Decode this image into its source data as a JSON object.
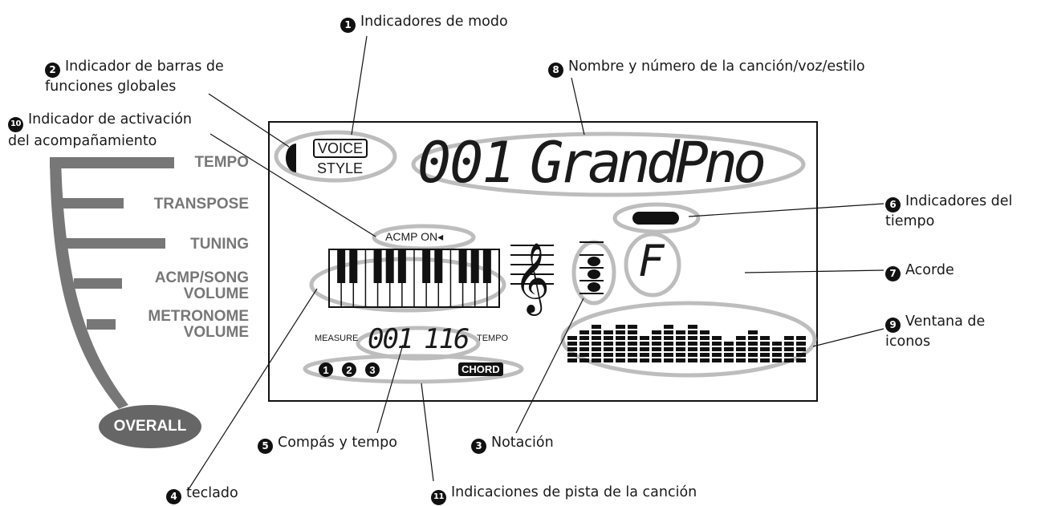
{
  "callouts": {
    "c1": {
      "num": "1",
      "text": "Indicadores de modo"
    },
    "c2": {
      "num": "2",
      "text_line1": "Indicador de barras de",
      "text_line2": "funciones globales"
    },
    "c10": {
      "num": "10",
      "text_line1": "Indicador de activación",
      "text_line2": "del acompañamiento"
    },
    "c8": {
      "num": "8",
      "text": "Nombre y número de la canción/voz/estilo"
    },
    "c6": {
      "num": "6",
      "text_line1": "Indicadores del",
      "text_line2": "tiempo"
    },
    "c7": {
      "num": "7",
      "text": "Acorde"
    },
    "c9": {
      "num": "9",
      "text_line1": "Ventana de",
      "text_line2": "iconos"
    },
    "c5": {
      "num": "5",
      "text": "Compás y tempo"
    },
    "c3": {
      "num": "3",
      "text": "Notación"
    },
    "c4": {
      "num": "4",
      "text": "teclado"
    },
    "c11": {
      "num": "11",
      "text": "Indicaciones de pista de la canción"
    }
  },
  "global_functions": [
    "TEMPO",
    "TRANSPOSE",
    "TUNING",
    "ACMP/SONG\nVOLUME",
    "METRONOME\nVOLUME"
  ],
  "overall_label": "OVERALL",
  "lcd": {
    "voice_label": "VOICE",
    "style_label": "STYLE",
    "song_number": "001",
    "song_name": "GrandPno",
    "acmp_label": "ACMP ON",
    "measure_label": "MEASURE",
    "measure_value": "001",
    "tempo_label": "TEMPO",
    "tempo_value": "116",
    "chord_name": "F",
    "tracks": [
      "1",
      "2",
      "3"
    ],
    "chord_badge": "CHORD"
  },
  "colors": {
    "highlight": "#bdbdbd",
    "bar": "#777777",
    "lcd_ink": "#111111"
  }
}
